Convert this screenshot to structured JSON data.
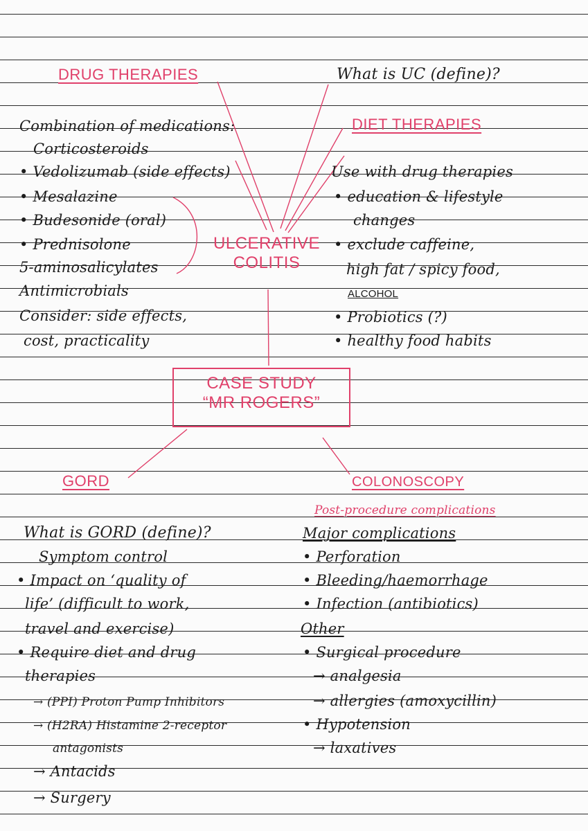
{
  "center": {
    "title_line1": "ULCERATIVE",
    "title_line2": "COLITIS",
    "case_line1": "CASE STUDY",
    "case_line2": "“MR ROGERS”"
  },
  "drug": {
    "heading": "DRUG THERAPIES",
    "lines": [
      "Combination of medications:",
      "Corticosteroids",
      "• Vedolizumab (side effects)",
      "• Mesalazine",
      "• Budesonide (oral)",
      "• Prednisolone",
      "5-aminosalicylates",
      "Antimicrobials",
      "Consider: side effects,",
      "cost, practicality"
    ]
  },
  "define": {
    "text": "What is UC (define)?"
  },
  "diet": {
    "heading": "DIET THERAPIES",
    "lines": [
      "Use with drug therapies",
      "• education & lifestyle",
      "changes",
      "• exclude caffeine,",
      "high fat / spicy food,",
      "ALCOHOL",
      "• Probiotics (?)",
      "• healthy food habits"
    ]
  },
  "gord": {
    "heading": "GORD",
    "lines": [
      "What is GORD (define)?",
      "Symptom control",
      "• Impact on ‘quality of",
      "life’ (difficult to work,",
      "travel and exercise)",
      "• Require diet and drug",
      "therapies",
      "→ (PPI) Proton Pump Inhibitors",
      "→ (H2RA) Histamine 2-receptor",
      "antagonists",
      "→ Antacids",
      "→ Surgery"
    ]
  },
  "colon": {
    "heading": "COLONOSCOPY",
    "subheading": "Post-procedure complications",
    "lines": [
      "Major complications",
      "• Perforation",
      "• Bleeding/haemorrhage",
      "• Infection (antibiotics)",
      "Other",
      "• Surgical procedure",
      "→ analgesia",
      "→ allergies (amoxycillin)",
      "• Hypotension",
      "→ laxatives"
    ]
  },
  "colors": {
    "ink": "#1c1c1c",
    "accent": "#e0406a",
    "rule": "#2a2a2a"
  }
}
